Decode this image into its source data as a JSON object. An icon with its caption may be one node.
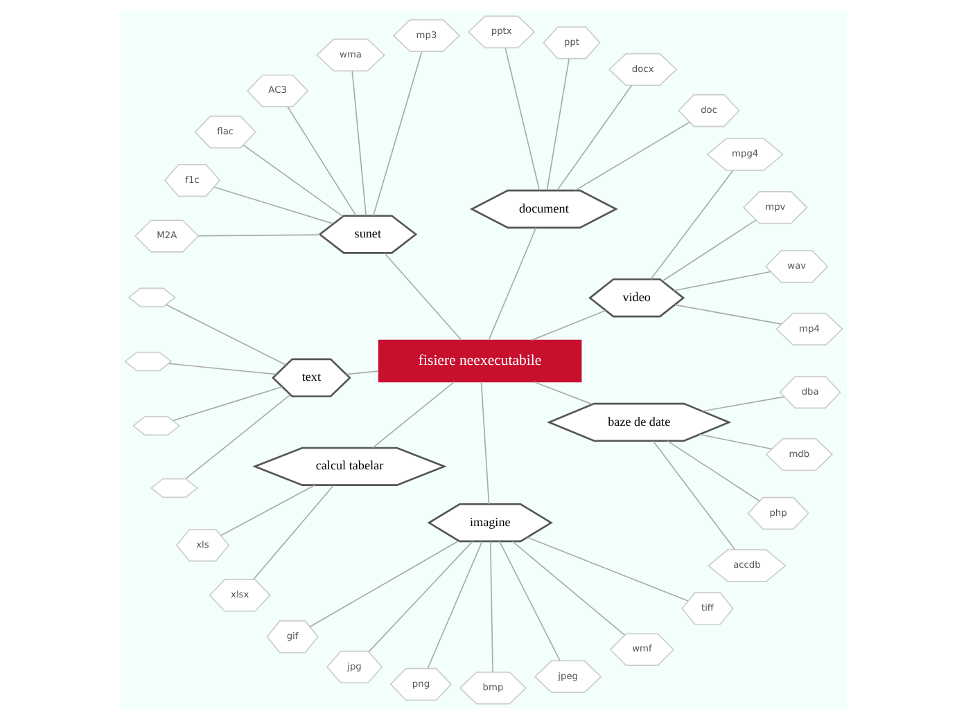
{
  "diagram": {
    "nodes": [
      {
        "text": [
          "fisiere neexecutabile"
        ]
      },
      {
        "text": [
          "video"
        ]
      },
      {
        "text": [
          "mp4"
        ]
      },
      {
        "text": [
          "wav"
        ]
      },
      {
        "text": [
          "mpv"
        ]
      },
      {
        "text": [
          "mpg4"
        ]
      },
      {
        "text": [
          "document"
        ]
      },
      {
        "text": [
          "doc"
        ]
      },
      {
        "text": [
          "docx"
        ]
      },
      {
        "text": [
          "ppt"
        ]
      },
      {
        "text": [
          "pptx"
        ]
      },
      {
        "text": [
          "sunet"
        ]
      },
      {
        "text": [
          "mp3"
        ]
      },
      {
        "text": [
          "wma"
        ]
      },
      {
        "text": [
          "AC3"
        ]
      },
      {
        "text": [
          "flac"
        ]
      },
      {
        "text": [
          "f1c"
        ]
      },
      {
        "text": [
          "M2A"
        ]
      },
      {
        "text": [
          "text"
        ]
      },
      {
        "text": [],
        "shape": "hexagon"
      },
      {
        "text": [],
        "shape": "hexagon"
      },
      {
        "text": [],
        "shape": "hexagon"
      },
      {
        "text": [],
        "shape": "hexagon"
      },
      {
        "text": [
          "calcul tabelar"
        ]
      },
      {
        "text": [
          "xls"
        ]
      },
      {
        "text": [
          "xlsx"
        ]
      },
      {
        "text": [
          "imagine"
        ]
      },
      {
        "text": [
          "gif"
        ]
      },
      {
        "text": [
          "jpg"
        ]
      },
      {
        "text": [
          "png"
        ]
      },
      {
        "text": [
          "bmp"
        ]
      },
      {
        "text": [
          "jpeg"
        ]
      },
      {
        "text": [
          "wmf"
        ]
      },
      {
        "text": [
          "tiff"
        ]
      },
      {
        "text": [
          "baze de date"
        ]
      },
      {
        "text": [
          "accdb"
        ]
      },
      {
        "text": [
          "php"
        ]
      },
      {
        "text": [
          "mdb"
        ]
      },
      {
        "text": [
          "dba"
        ]
      }
    ],
    "edges": [
      {
        "from": 0,
        "to": 1,
        "arrow": "none"
      },
      {
        "from": 1,
        "to": 2,
        "arrow": "none"
      },
      {
        "from": 1,
        "to": 3,
        "arrow": "none"
      },
      {
        "from": 1,
        "to": 4,
        "arrow": "none"
      },
      {
        "from": 1,
        "to": 5,
        "arrow": "none"
      },
      {
        "from": 0,
        "to": 6,
        "arrow": "none"
      },
      {
        "from": 6,
        "to": 7,
        "arrow": "none"
      },
      {
        "from": 6,
        "to": 8,
        "arrow": "none"
      },
      {
        "from": 6,
        "to": 9,
        "arrow": "none"
      },
      {
        "from": 6,
        "to": 10,
        "arrow": "none"
      },
      {
        "from": 0,
        "to": 11,
        "arrow": "none"
      },
      {
        "from": 11,
        "to": 12,
        "arrow": "none"
      },
      {
        "from": 11,
        "to": 13,
        "arrow": "none"
      },
      {
        "from": 11,
        "to": 14,
        "arrow": "none"
      },
      {
        "from": 11,
        "to": 15,
        "arrow": "none"
      },
      {
        "from": 11,
        "to": 16,
        "arrow": "none"
      },
      {
        "from": 11,
        "to": 17,
        "arrow": "none"
      },
      {
        "from": 0,
        "to": 18,
        "arrow": "none"
      },
      {
        "from": 18,
        "to": 19,
        "arrow": "none"
      },
      {
        "from": 18,
        "to": 20,
        "arrow": "none"
      },
      {
        "from": 18,
        "to": 21,
        "arrow": "none"
      },
      {
        "from": 18,
        "to": 22,
        "arrow": "none"
      },
      {
        "from": 0,
        "to": 23,
        "arrow": "none"
      },
      {
        "from": 23,
        "to": 24,
        "arrow": "none"
      },
      {
        "from": 23,
        "to": 25,
        "arrow": "none"
      },
      {
        "from": 0,
        "to": 26,
        "arrow": "none"
      },
      {
        "from": 26,
        "to": 27,
        "arrow": "none"
      },
      {
        "from": 26,
        "to": 28,
        "arrow": "none"
      },
      {
        "from": 26,
        "to": 29,
        "arrow": "none"
      },
      {
        "from": 26,
        "to": 30,
        "arrow": "none"
      },
      {
        "from": 26,
        "to": 31,
        "arrow": "none"
      },
      {
        "from": 26,
        "to": 32,
        "arrow": "none"
      },
      {
        "from": 26,
        "to": 33,
        "arrow": "none"
      },
      {
        "from": 0,
        "to": 34,
        "arrow": "none"
      },
      {
        "from": 34,
        "to": 35,
        "arrow": "none"
      },
      {
        "from": 34,
        "to": 36,
        "arrow": "none"
      },
      {
        "from": 34,
        "to": 37,
        "arrow": "none"
      },
      {
        "from": 34,
        "to": 38,
        "arrow": "none"
      }
    ]
  }
}
